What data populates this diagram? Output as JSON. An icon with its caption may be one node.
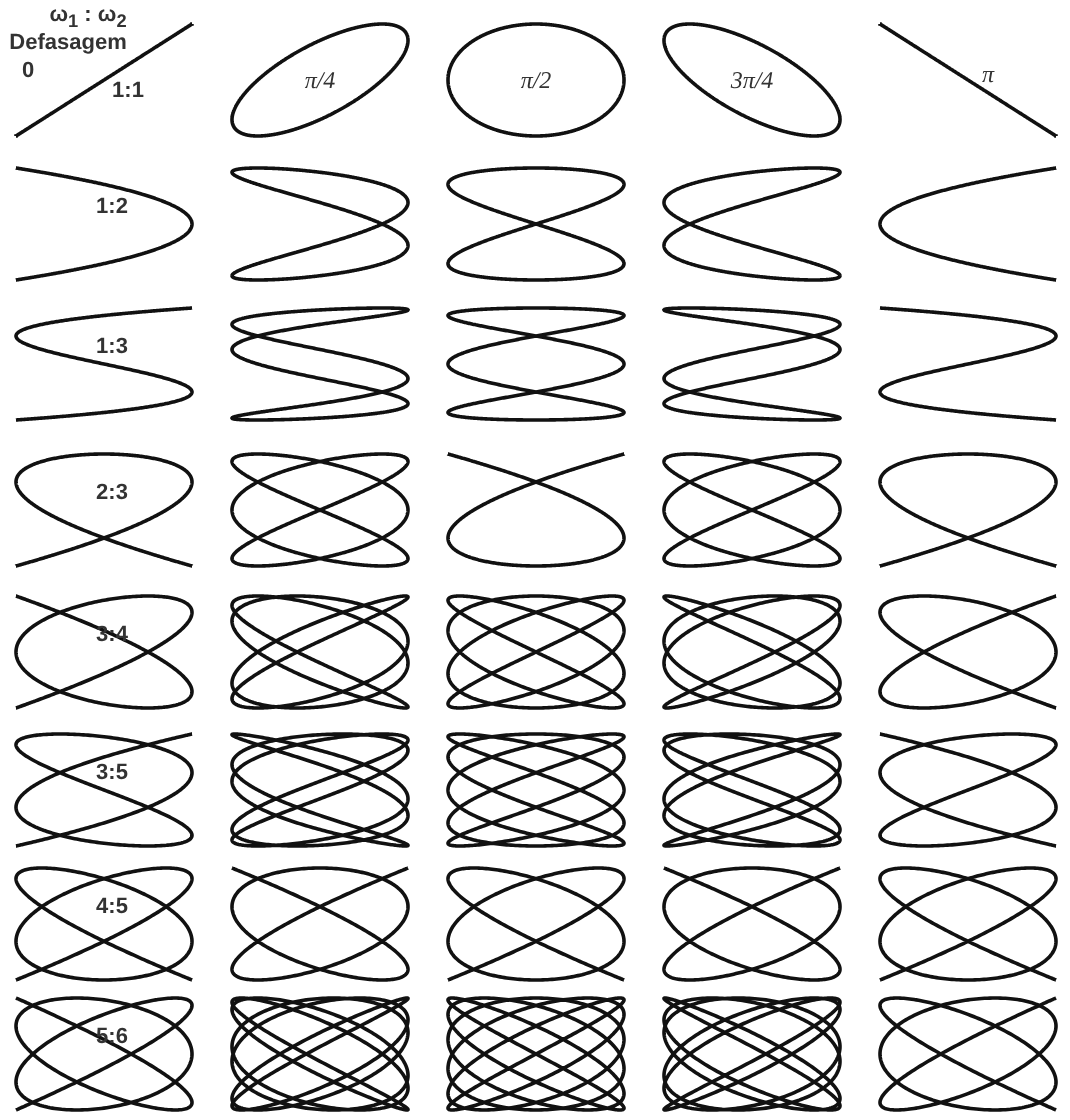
{
  "diagram": {
    "labels": [
      "ω$_{1}$ : ω$_{2}$",
      "Defasagem",
      "0",
      "1:1",
      "π/4",
      "π/2",
      "3π/4",
      "π",
      "1:2",
      "1:3",
      "2:3",
      "3:4",
      "3:5",
      "4:5",
      "5:6"
    ]
  }
}
